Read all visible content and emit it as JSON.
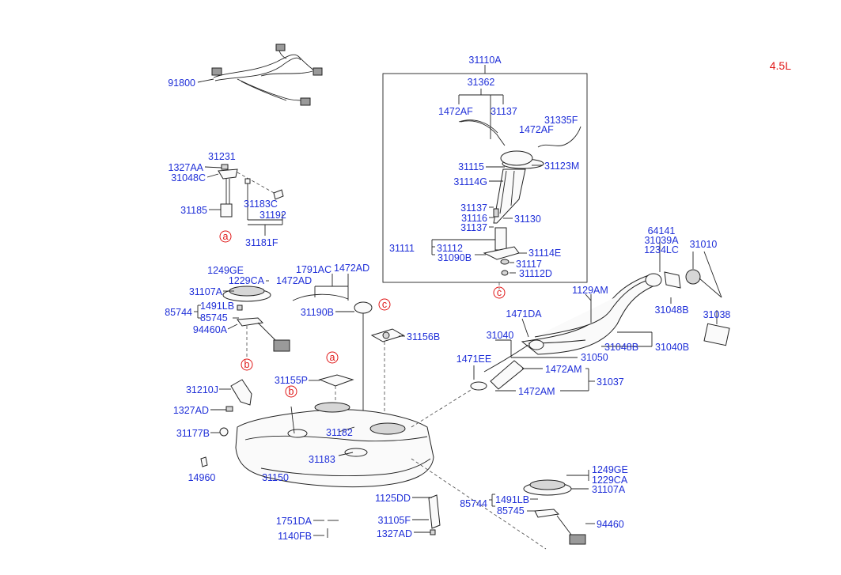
{
  "engine_label": "4.5L",
  "callouts": [
    "a",
    "a",
    "b",
    "b",
    "c",
    "c"
  ],
  "parts": {
    "p91800": "91800",
    "p31231": "31231",
    "p1327AA": "1327AA",
    "p31048C": "31048C",
    "p31185": "31185",
    "p31183C": "31183C",
    "p31192": "31192",
    "p31181F": "31181F",
    "p31110A": "31110A",
    "p31362": "31362",
    "p1472AF_a": "1472AF",
    "p31137_a": "31137",
    "p31335F": "31335F",
    "p1472AF_b": "1472AF",
    "p31115": "31115",
    "p31123M": "31123M",
    "p31114G": "31114G",
    "p31137_b": "31137",
    "p31116": "31116",
    "p31130": "31130",
    "p31137_c": "31137",
    "p31111": "31111",
    "p31112_a": "31112",
    "p31090B": "31090B",
    "p31114E": "31114E",
    "p31117": "31117",
    "p31112D": "31112D",
    "p1249GE_a": "1249GE",
    "p1229CA_a": "1229CA",
    "p31107A_a": "31107A",
    "p85744_a": "85744",
    "p1491LB_a": "1491LB",
    "p85745_a": "85745",
    "p94460A": "94460A",
    "p1791AC": "1791AC",
    "p1472AD_a": "1472AD",
    "p1472AD_b": "1472AD",
    "p31190B": "31190B",
    "p31156B": "31156B",
    "p31155P": "31155P",
    "p31210J": "31210J",
    "p1327AD_a": "1327AD",
    "p31177B": "31177B",
    "p31182": "31182",
    "p31183": "31183",
    "p14960": "14960",
    "p31150": "31150",
    "p1125DD": "1125DD",
    "p31105F": "31105F",
    "p1327AD_b": "1327AD",
    "p1751DA": "1751DA",
    "p1140FB": "1140FB",
    "p64141": "64141",
    "p31039A": "31039A",
    "p1234LC": "1234LC",
    "p31010": "31010",
    "p1129AM": "1129AM",
    "p31048B_a": "31048B",
    "p31038": "31038",
    "p1471DA": "1471DA",
    "p31040": "31040",
    "p31048B_b": "31048B",
    "p31040B": "31040B",
    "p31050": "31050",
    "p1471EE": "1471EE",
    "p1472AM_a": "1472AM",
    "p31037": "31037",
    "p1472AM_b": "1472AM",
    "p1249GE_b": "1249GE",
    "p1229CA_b": "1229CA",
    "p31107A_b": "31107A",
    "p85744_b": "85744",
    "p1491LB_b": "1491LB",
    "p85745_b": "85745",
    "p94460": "94460"
  }
}
